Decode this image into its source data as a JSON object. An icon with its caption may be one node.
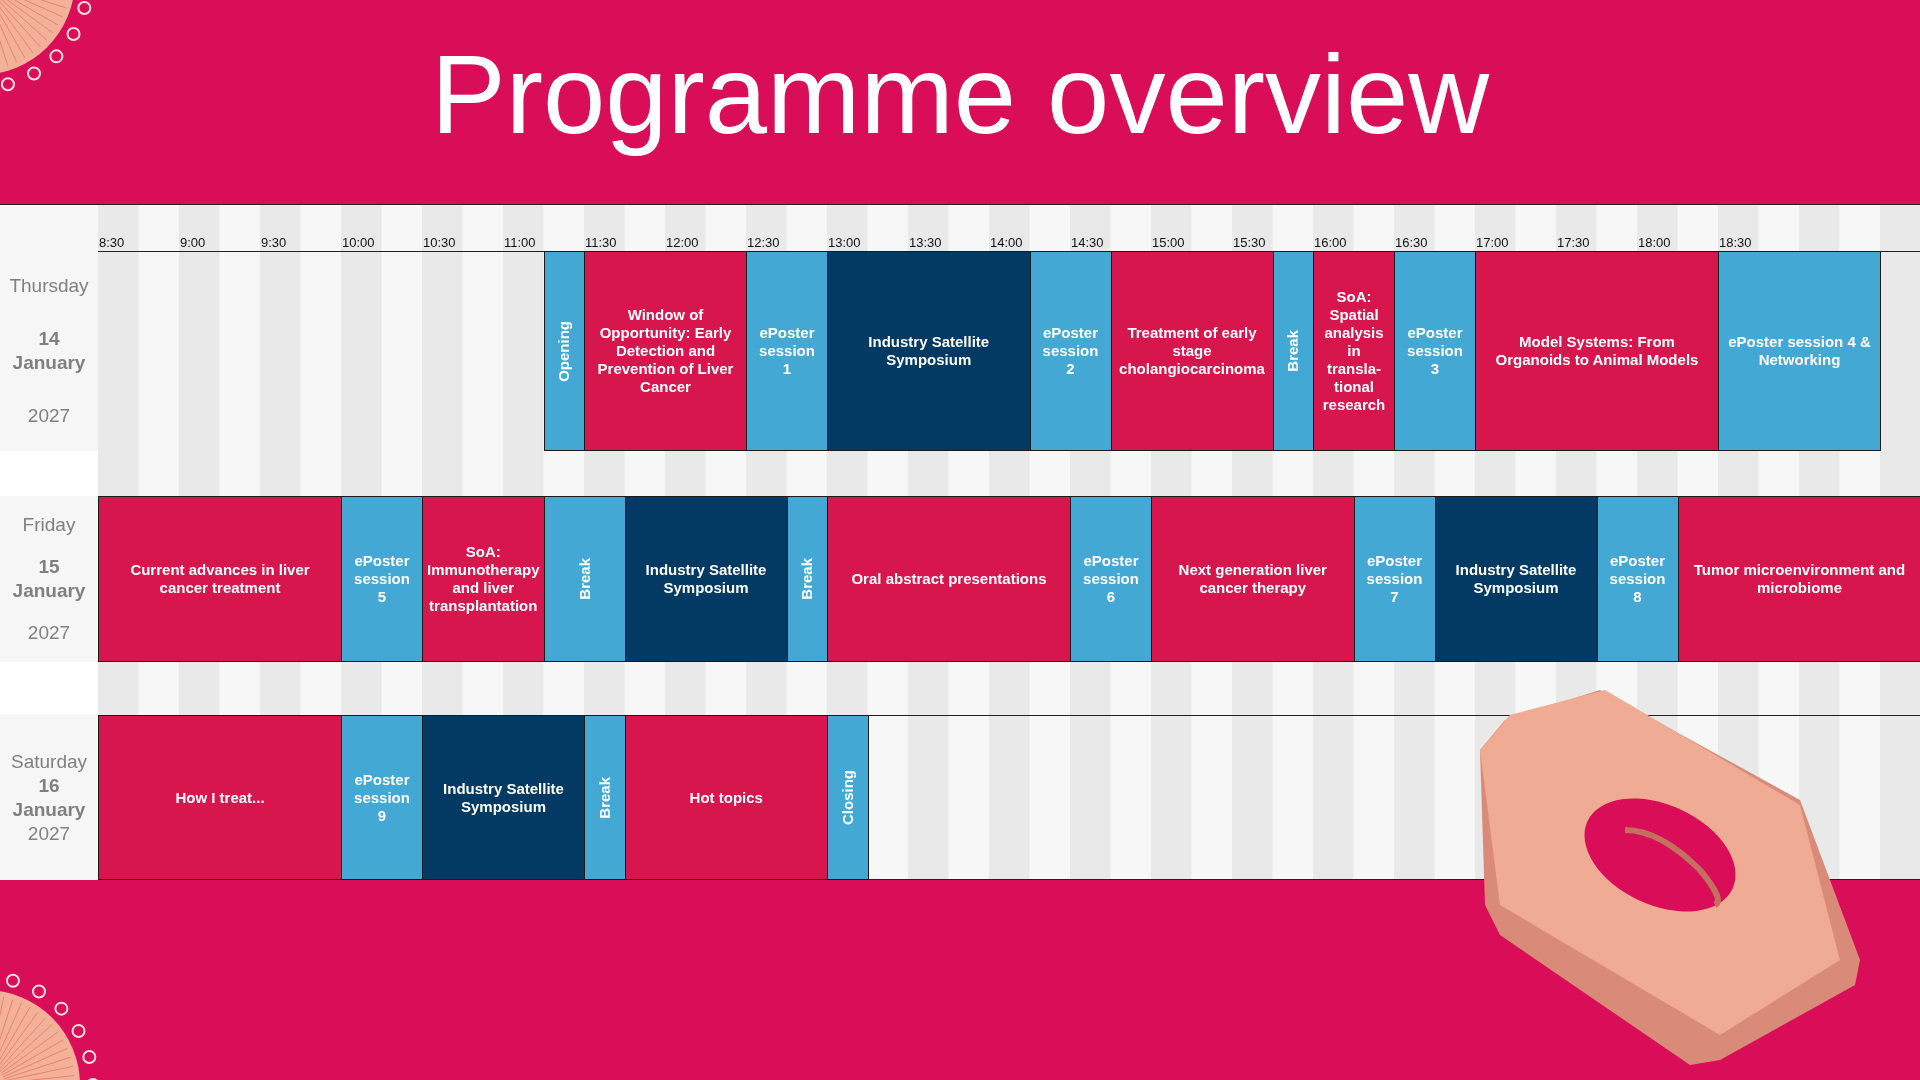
{
  "diagram": {
    "title": "Programme overview",
    "nodes": [
      {
        "text": [
          "Thursday",
          "14 January",
          "2027"
        ]
      },
      {
        "text": [
          "Opening"
        ]
      },
      {
        "text": [
          "Window of Opportunity: Early Detection and Prevention of Liver Cancer"
        ]
      },
      {
        "text": [
          "ePoster session 1"
        ]
      },
      {
        "text": [
          "Industry Satellite Symposium"
        ]
      },
      {
        "text": [
          "ePoster session 2"
        ]
      },
      {
        "text": [
          "Treatment of early stage cholangiocarcinoma"
        ]
      },
      {
        "text": [
          "Break"
        ]
      },
      {
        "text": [
          "SoA: Spatial analysis in transla-tional research"
        ]
      },
      {
        "text": [
          "ePoster session 3"
        ]
      },
      {
        "text": [
          "Model Systems: From Organoids to Animal Models"
        ]
      },
      {
        "text": [
          "ePoster session 4 & Networking"
        ]
      },
      {
        "text": [
          "Friday",
          "15 January",
          "2027"
        ]
      },
      {
        "text": [
          "Current advances in liver cancer treatment"
        ]
      },
      {
        "text": [
          "ePoster session 5"
        ]
      },
      {
        "text": [
          "SoA: Immunotherapy and liver transplantation"
        ]
      },
      {
        "text": [
          "Break"
        ]
      },
      {
        "text": [
          "Industry Satellite Symposium"
        ]
      },
      {
        "text": [
          "Break"
        ]
      },
      {
        "text": [
          "Oral abstract presentations"
        ]
      },
      {
        "text": [
          "ePoster session 6"
        ]
      },
      {
        "text": [
          "Next generation liver cancer therapy"
        ]
      },
      {
        "text": [
          "ePoster session 7"
        ]
      },
      {
        "text": [
          "Industry Satellite Symposium"
        ]
      },
      {
        "text": [
          "ePoster session 8"
        ]
      },
      {
        "text": [
          "Tumor microenvironment and microbiome"
        ]
      },
      {
        "text": [
          "Saturday",
          "16 January",
          "2027"
        ]
      },
      {
        "text": [
          "How I treat..."
        ]
      },
      {
        "text": [
          "ePoster session 9"
        ]
      },
      {
        "text": [
          "Industry Satellite Symposium"
        ]
      },
      {
        "text": [
          "Break"
        ]
      },
      {
        "text": [
          "Hot topics"
        ]
      },
      {
        "text": [
          "Closing"
        ]
      }
    ],
    "labels": [
      "8:30",
      "9:00",
      "9:30",
      "10:00",
      "10:30",
      "11:00",
      "11:30",
      "12:00",
      "12:30",
      "13:00",
      "13:30",
      "14:00",
      "14:30",
      "15:00",
      "15:30",
      "16:00",
      "16:30",
      "17:00",
      "17:30",
      "18:00",
      "18:30"
    ]
  }
}
